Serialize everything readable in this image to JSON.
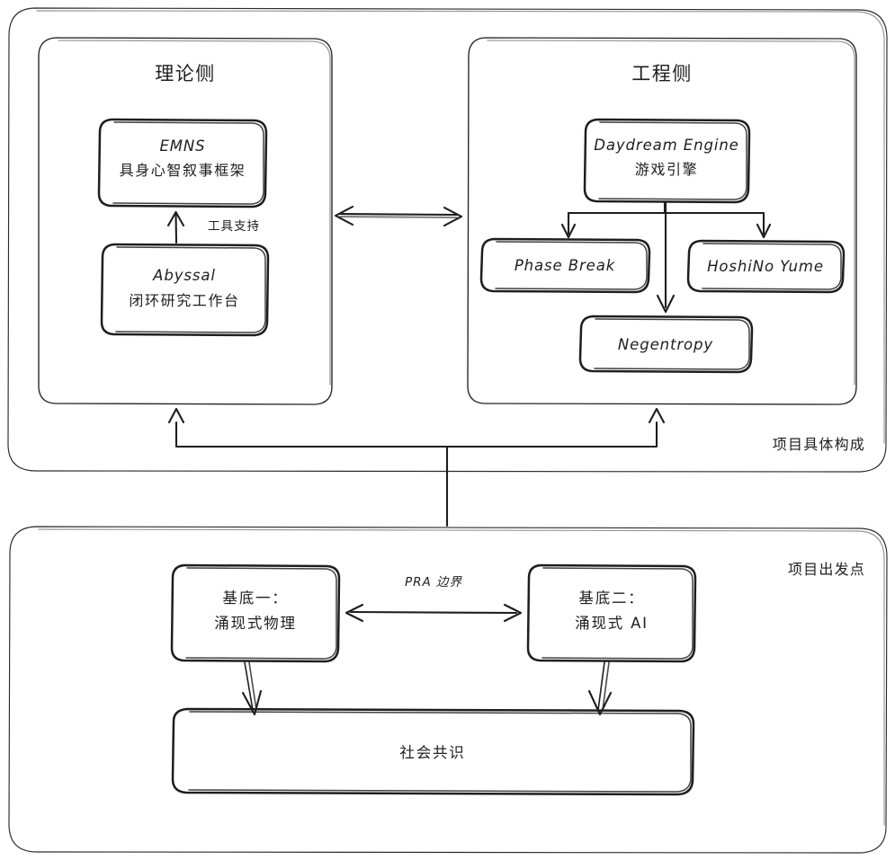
{
  "diagram": {
    "style": "hand-drawn sketch",
    "background_color": "#ffffff",
    "stroke_color": "#1e1e1e",
    "panels": [
      {
        "id": "composition",
        "corner_label": "项目具体构成",
        "groups": [
          {
            "id": "theory",
            "title": "理论侧"
          },
          {
            "id": "engineering",
            "title": "工程侧"
          }
        ]
      },
      {
        "id": "origin",
        "corner_label": "项目出发点"
      }
    ],
    "nodes": {
      "emns": {
        "line1": "EMNS",
        "line2": "具身心智叙事框架"
      },
      "abyssal": {
        "line1": "Abyssal",
        "line2": "闭环研究工作台"
      },
      "daydream": {
        "line1": "Daydream Engine",
        "line2": "游戏引擎"
      },
      "phase_break": {
        "line1": "Phase Break"
      },
      "hoshino_yume": {
        "line1": "HoshiNo Yume"
      },
      "negentropy": {
        "line1": "Negentropy"
      },
      "base_one": {
        "line1": "基底一：",
        "line2": "涌现式物理"
      },
      "base_two": {
        "line1": "基底二：",
        "line2": "涌现式 AI"
      },
      "consensus": {
        "line1": "社会共识"
      }
    },
    "edges": [
      {
        "id": "abyssal-to-emns",
        "label": "工具支持",
        "kind": "arrow-up"
      },
      {
        "id": "theory-engineering",
        "label": "",
        "kind": "arrow-bidirectional"
      },
      {
        "id": "daydream-to-phase-break",
        "label": "",
        "kind": "arrow-down"
      },
      {
        "id": "daydream-to-negentropy",
        "label": "",
        "kind": "arrow-down"
      },
      {
        "id": "daydream-to-hoshino",
        "label": "",
        "kind": "arrow-down"
      },
      {
        "id": "origin-to-theory",
        "label": "",
        "kind": "arrow-up"
      },
      {
        "id": "origin-to-engineering",
        "label": "",
        "kind": "arrow-up"
      },
      {
        "id": "base-one-base-two",
        "label": "PRA 边界",
        "kind": "arrow-bidirectional"
      },
      {
        "id": "base-one-to-consensus",
        "label": "",
        "kind": "arrow-down"
      },
      {
        "id": "base-two-to-consensus",
        "label": "",
        "kind": "arrow-down"
      }
    ]
  }
}
